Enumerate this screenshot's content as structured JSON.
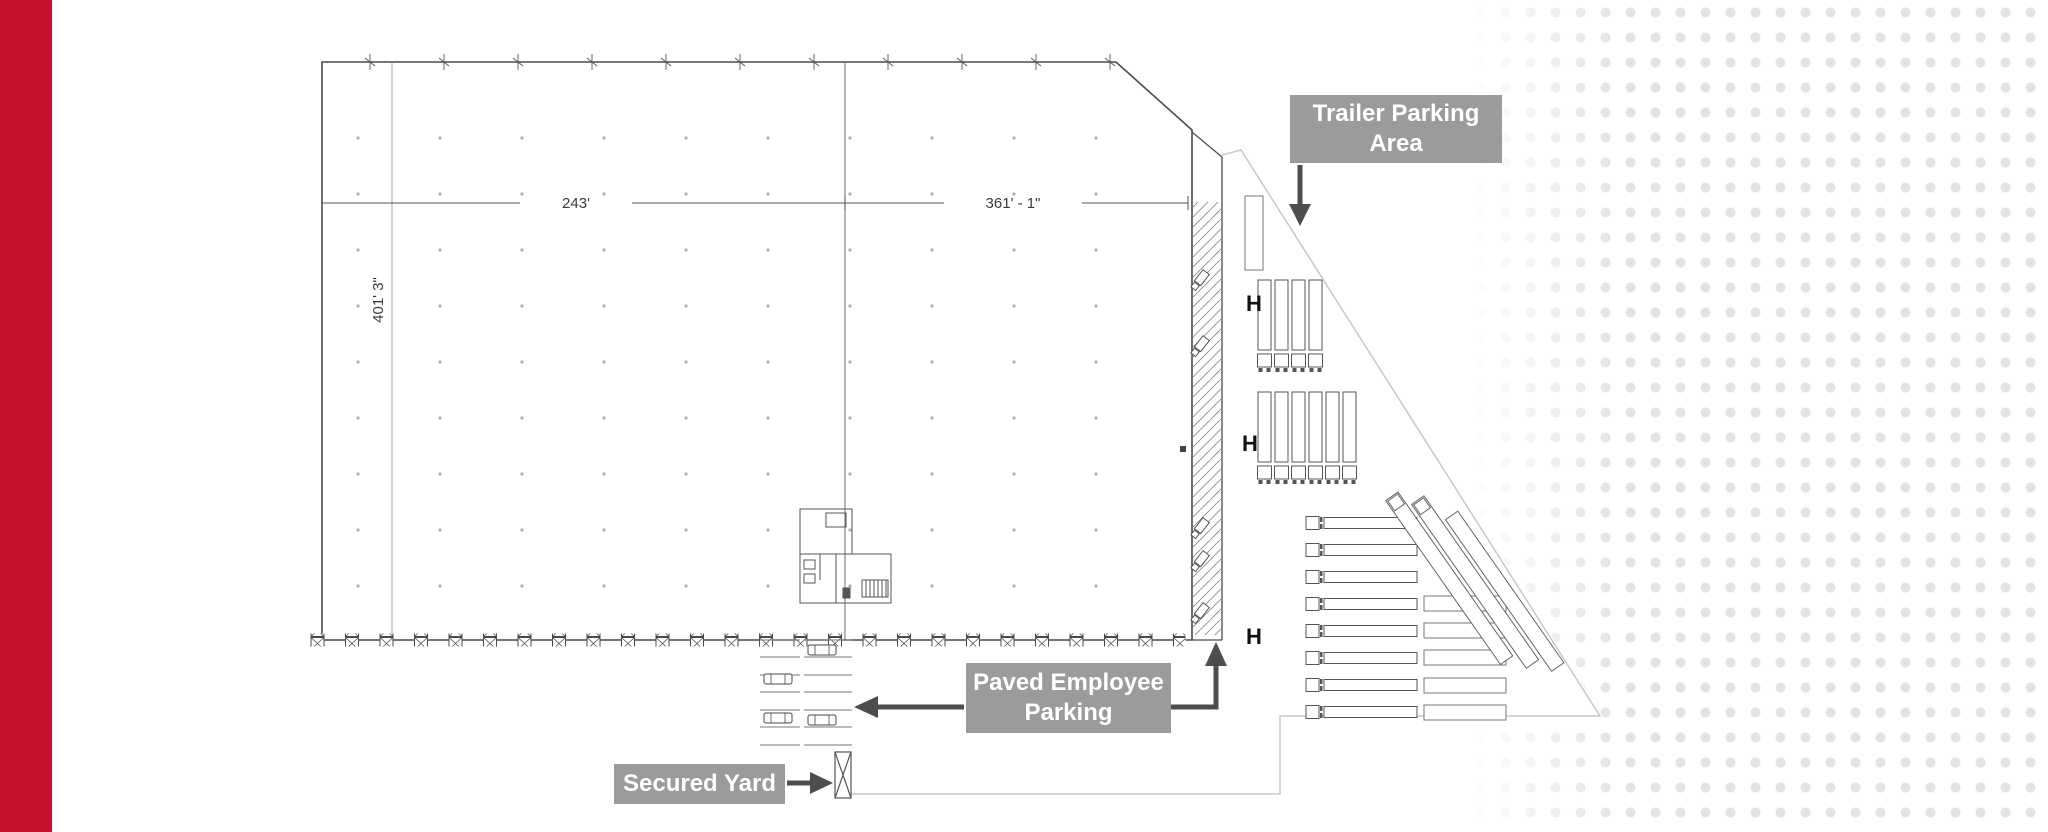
{
  "colors": {
    "brand_red": "#c8102e",
    "label_background": "#9b9b9b",
    "label_text": "#ffffff"
  },
  "dimensions": {
    "width_left": "243'",
    "width_right": "361' - 1\"",
    "depth_left": "401' 3\""
  },
  "markers": {
    "hydrant": "H"
  },
  "labels": {
    "trailer_parking": {
      "line1": "Trailer Parking",
      "line2": "Area"
    },
    "employee_parking": {
      "line1": "Paved Employee",
      "line2": "Parking"
    },
    "secured_yard": {
      "text": "Secured Yard"
    }
  }
}
